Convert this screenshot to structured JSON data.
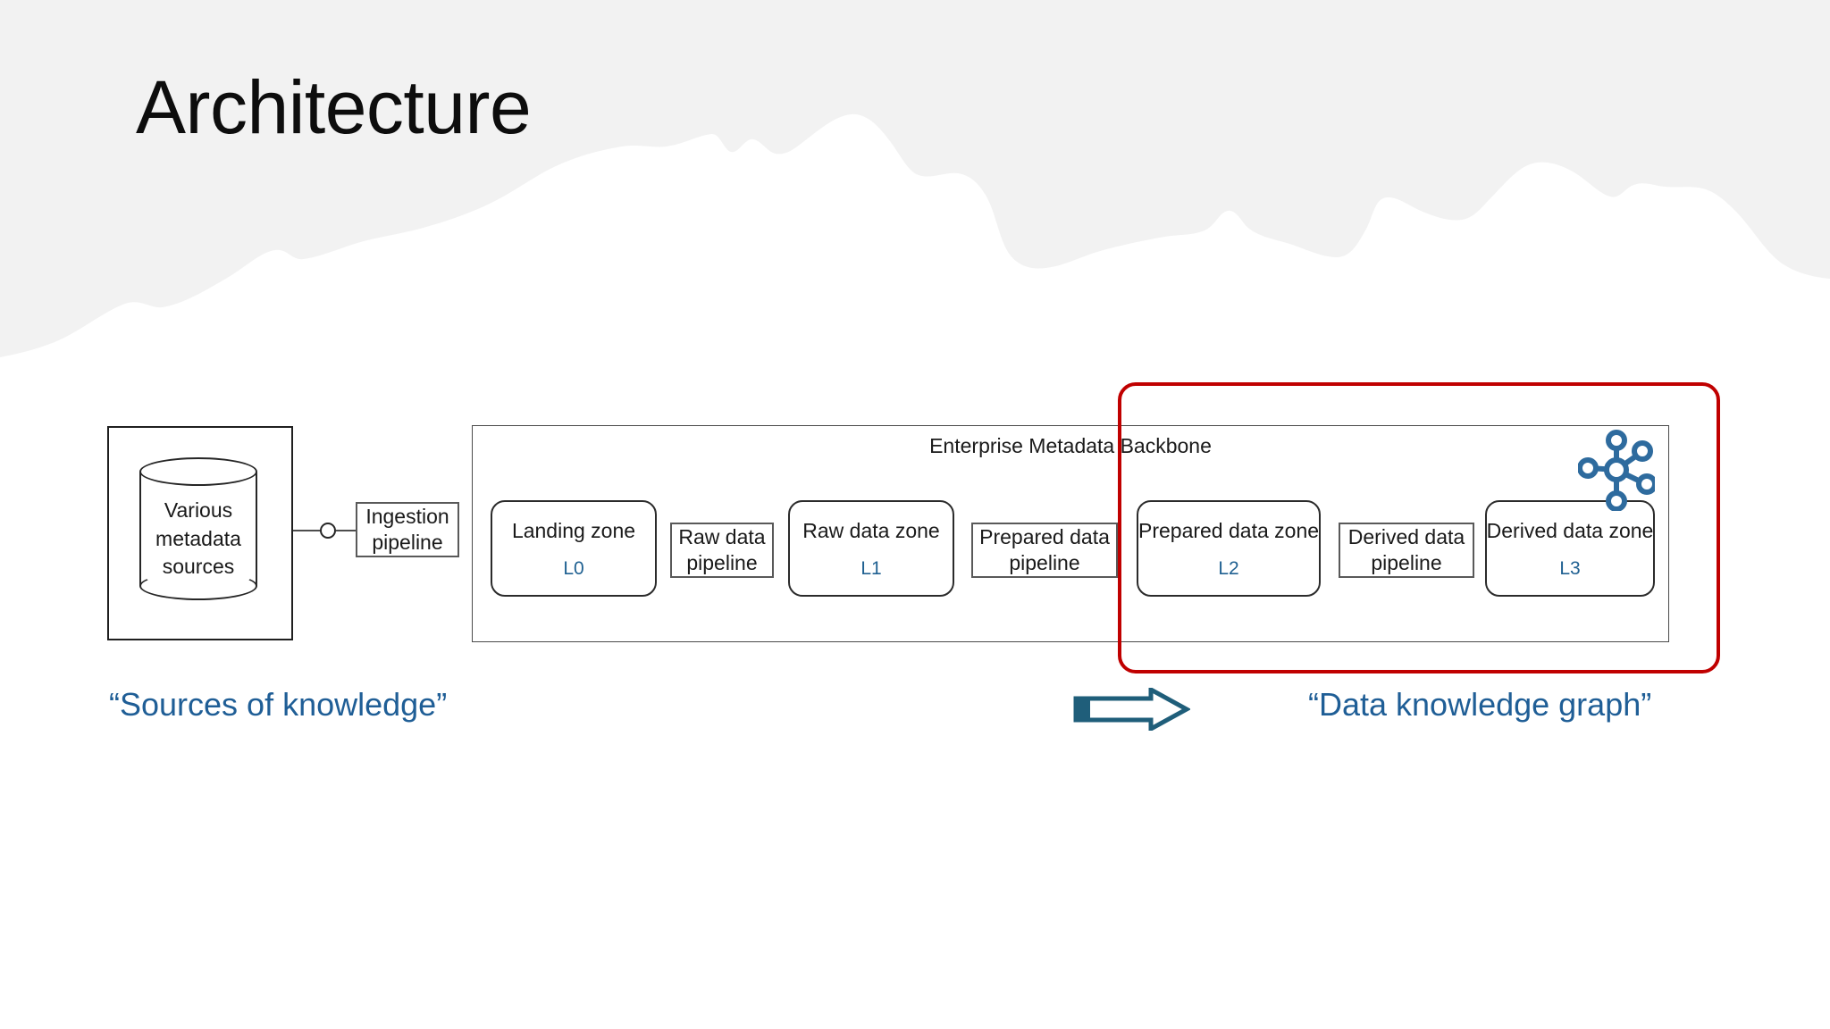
{
  "slide": {
    "title": "Architecture",
    "background_color": "#f2f2f2",
    "sheet_color": "#ffffff"
  },
  "diagram": {
    "type": "architecture-flow",
    "source_group": {
      "name": "source-container",
      "cylinder_label": "Various\nmetadata\nsources",
      "cylinder_label_lines": [
        "Various",
        "metadata",
        "sources"
      ]
    },
    "ingestion": {
      "label_lines": [
        "Ingestion",
        "pipeline"
      ],
      "label": "Ingestion pipeline"
    },
    "backbone": {
      "title": "Enterprise Metadata Backbone",
      "zones": [
        {
          "name": "Landing zone",
          "level": "L0"
        },
        {
          "name": "Raw data zone",
          "level": "L1"
        },
        {
          "name": "Prepared data zone",
          "level": "L2"
        },
        {
          "name": "Derived data zone",
          "level": "L3"
        }
      ],
      "pipelines": [
        {
          "line1": "Raw data",
          "line2": "pipeline",
          "label": "Raw data pipeline"
        },
        {
          "line1": "Prepared data",
          "line2": "pipeline",
          "label": "Prepared data pipeline"
        },
        {
          "line1": "Derived data",
          "line2": "pipeline",
          "label": "Derived data pipeline"
        }
      ]
    },
    "highlight": {
      "name": "data-knowledge-graph-highlight",
      "color": "#c00000"
    },
    "graph_icon": {
      "name": "knowledge-graph-icon",
      "color": "#2e6b9e",
      "node_count": 6
    }
  },
  "callouts": {
    "left": "“Sources of knowledge”",
    "right": "“Data knowledge graph”",
    "color": "#1f5e96"
  },
  "arrow": {
    "name": "transition-arrow",
    "color": "#1f5e7a"
  }
}
